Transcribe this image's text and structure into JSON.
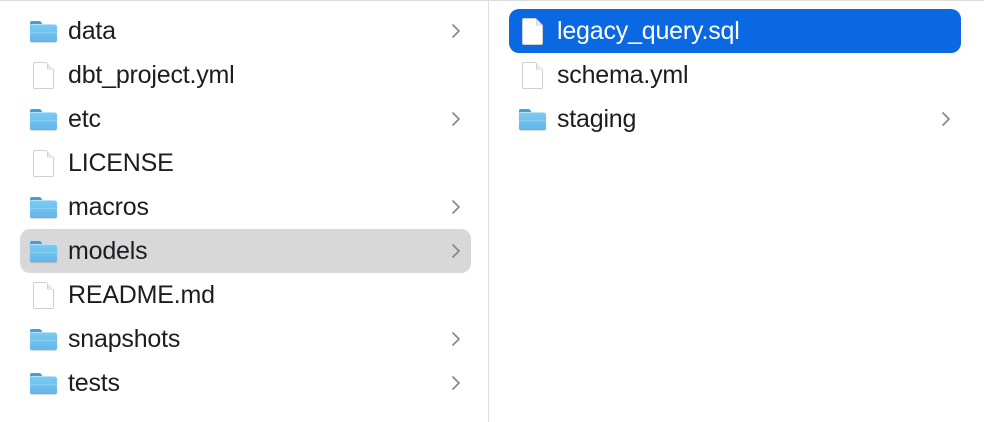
{
  "window": {
    "view": "column-view-file-browser",
    "background_color": "#ffffff",
    "selection_blue": "#0b68e3",
    "selection_gray": "#d8d8d8",
    "divider_color": "#e0e0e0"
  },
  "columns": [
    {
      "name": "parent-column",
      "items": [
        {
          "label": "data",
          "kind": "folder",
          "has_chevron": true,
          "selected": false,
          "selection_style": "none"
        },
        {
          "label": "dbt_project.yml",
          "kind": "document",
          "has_chevron": false,
          "selected": false,
          "selection_style": "none"
        },
        {
          "label": "etc",
          "kind": "folder",
          "has_chevron": true,
          "selected": false,
          "selection_style": "none"
        },
        {
          "label": "LICENSE",
          "kind": "document",
          "has_chevron": false,
          "selected": false,
          "selection_style": "none"
        },
        {
          "label": "macros",
          "kind": "folder",
          "has_chevron": true,
          "selected": false,
          "selection_style": "none"
        },
        {
          "label": "models",
          "kind": "folder",
          "has_chevron": true,
          "selected": true,
          "selection_style": "gray"
        },
        {
          "label": "README.md",
          "kind": "document",
          "has_chevron": false,
          "selected": false,
          "selection_style": "none"
        },
        {
          "label": "snapshots",
          "kind": "folder",
          "has_chevron": true,
          "selected": false,
          "selection_style": "none"
        },
        {
          "label": "tests",
          "kind": "folder",
          "has_chevron": true,
          "selected": false,
          "selection_style": "none"
        }
      ]
    },
    {
      "name": "child-column",
      "items": [
        {
          "label": "legacy_query.sql",
          "kind": "document",
          "has_chevron": false,
          "selected": true,
          "selection_style": "blue"
        },
        {
          "label": "schema.yml",
          "kind": "document",
          "has_chevron": false,
          "selected": false,
          "selection_style": "none"
        },
        {
          "label": "staging",
          "kind": "folder",
          "has_chevron": true,
          "selected": false,
          "selection_style": "none"
        }
      ]
    }
  ],
  "icons": {
    "folder": "folder-icon",
    "document": "document-icon",
    "chevron": "chevron-right-icon"
  }
}
